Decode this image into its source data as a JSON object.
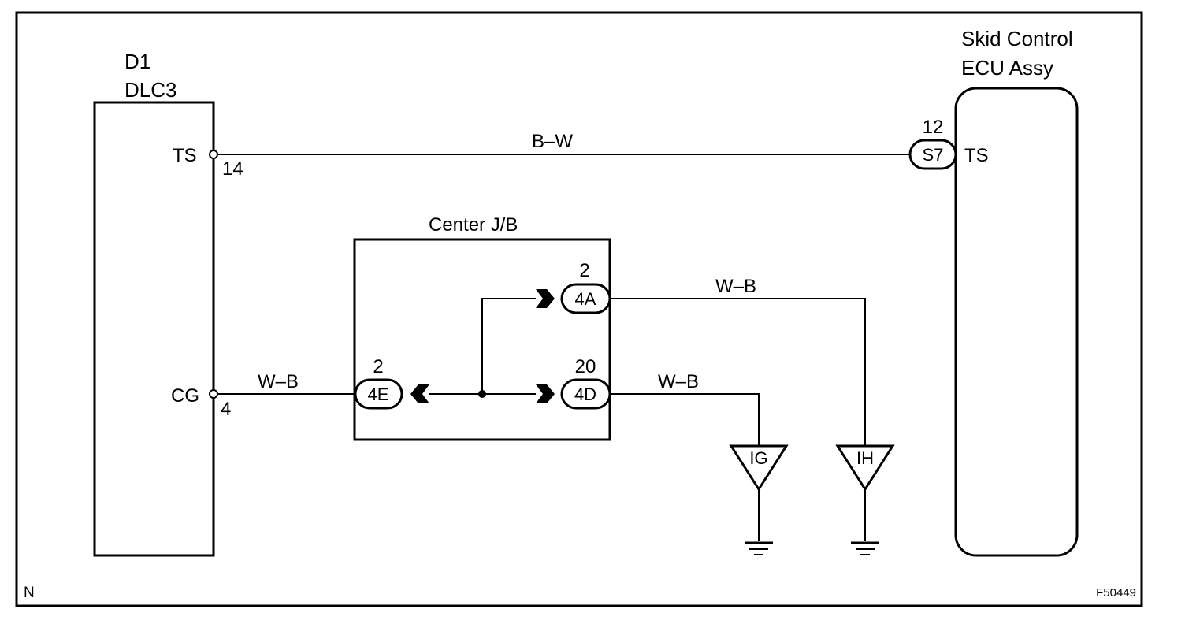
{
  "diagram": {
    "dlc3": {
      "id": "D1",
      "name": "DLC3",
      "pins": {
        "ts": {
          "label": "TS",
          "number": "14"
        },
        "cg": {
          "label": "CG",
          "number": "4"
        }
      }
    },
    "ecu": {
      "name_line1": "Skid Control",
      "name_line2": "ECU Assy",
      "pin": {
        "label": "TS",
        "number": "12",
        "connector": "S7"
      }
    },
    "junction_box": {
      "name": "Center J/B",
      "connectors": {
        "c4a": {
          "connector": "4A",
          "number": "2"
        },
        "c4d": {
          "connector": "4D",
          "number": "20"
        },
        "c4e": {
          "connector": "4E",
          "number": "2"
        }
      }
    },
    "wires": {
      "ts_wire": "B–W",
      "cg_wire": "W–B",
      "ih_wire": "W–B",
      "ig_wire": "W–B"
    },
    "grounds": {
      "ig": "IG",
      "ih": "IH"
    },
    "corner_label": "N",
    "figure_code": "F50449"
  }
}
